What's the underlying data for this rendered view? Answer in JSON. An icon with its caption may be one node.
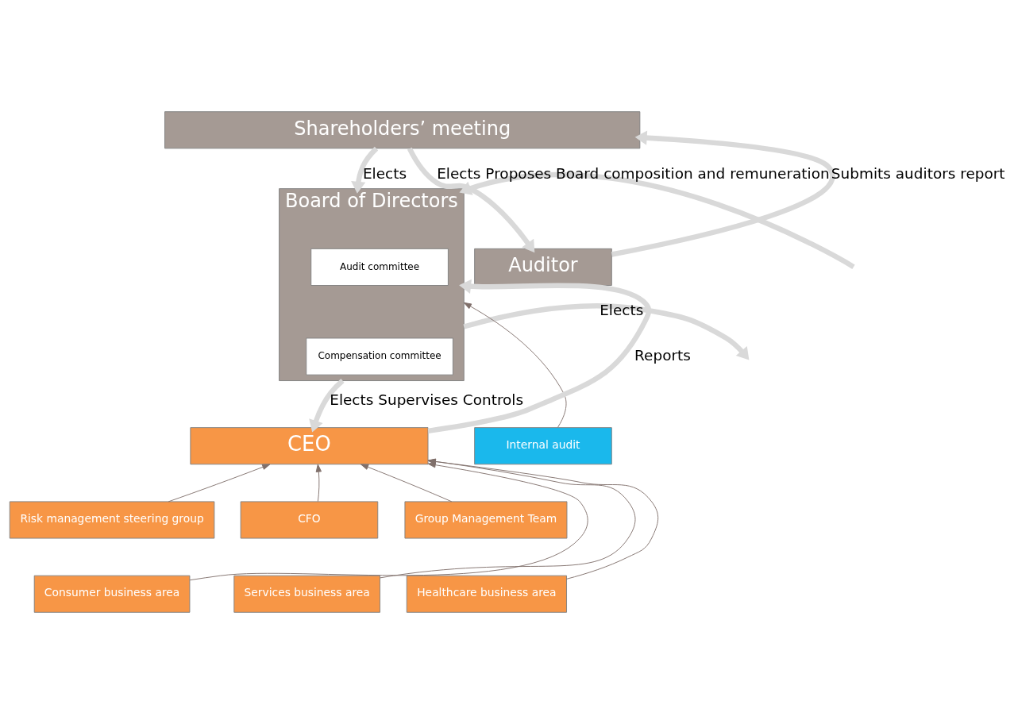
{
  "diagram": {
    "nodes": [
      {
        "text": [
          "Shareholders’ meeting"
        ]
      },
      {
        "text": [
          "Auditor"
        ]
      },
      {
        "text": [
          "Board of Directors"
        ]
      },
      {
        "text": [
          "Audit committee"
        ],
        "in": 2
      },
      {
        "text": [
          "Compensation committee"
        ],
        "in": 2
      },
      {
        "text": [
          "Internal audit"
        ]
      },
      {
        "text": [
          "CEO"
        ]
      },
      {
        "text": [
          "Risk management steering group"
        ]
      },
      {
        "text": [
          "CFO"
        ]
      },
      {
        "text": [
          "Group Management Team"
        ]
      },
      {
        "text": [
          "Consumer business area"
        ]
      },
      {
        "text": [
          "Services business area"
        ]
      },
      {
        "text": [
          "Healthcare business area"
        ]
      }
    ],
    "edges": [
      {
        "from": 0,
        "to": 1,
        "arrow": "to",
        "label": "Elects",
        "style": "thick",
        "color": "#d9d9d9"
      },
      {
        "from": 1,
        "to": 0,
        "arrow": "to",
        "label": "Submits auditors report",
        "style": "thick",
        "color": "#d9d9d9"
      },
      {
        "from": 0,
        "to": 2,
        "arrow": "to",
        "label": "Elects",
        "style": "thick",
        "color": "#d9d9d9"
      },
      {
        "from": null,
        "to": 2,
        "arrow": "to",
        "label": "Proposes Board composition and remuneration",
        "style": "thick",
        "color": "#d9d9d9"
      },
      {
        "from": 2,
        "to": null,
        "arrow": "to",
        "label": "Elects",
        "style": "thick",
        "color": "#d9d9d9"
      },
      {
        "from": 5,
        "to": 2,
        "arrow": "to",
        "color": "#7f6f6a"
      },
      {
        "from": 2,
        "to": 6,
        "arrow": "to",
        "label": "Elects Supervises Controls",
        "style": "thick",
        "color": "#d9d9d9"
      },
      {
        "from": 6,
        "to": 2,
        "arrow": "to",
        "label": "Reports",
        "style": "thick",
        "color": "#d9d9d9"
      },
      {
        "from": 7,
        "to": 6,
        "arrow": "to",
        "color": "#7f6f6a"
      },
      {
        "from": 8,
        "to": 6,
        "arrow": "to",
        "color": "#7f6f6a"
      },
      {
        "from": 9,
        "to": 6,
        "arrow": "to",
        "color": "#7f6f6a"
      },
      {
        "from": 10,
        "to": 6,
        "arrow": "to",
        "color": "#7f6f6a"
      },
      {
        "from": 11,
        "to": 6,
        "arrow": "to",
        "color": "#7f6f6a"
      },
      {
        "from": 12,
        "to": 6,
        "arrow": "to",
        "color": "#7f6f6a"
      }
    ]
  }
}
